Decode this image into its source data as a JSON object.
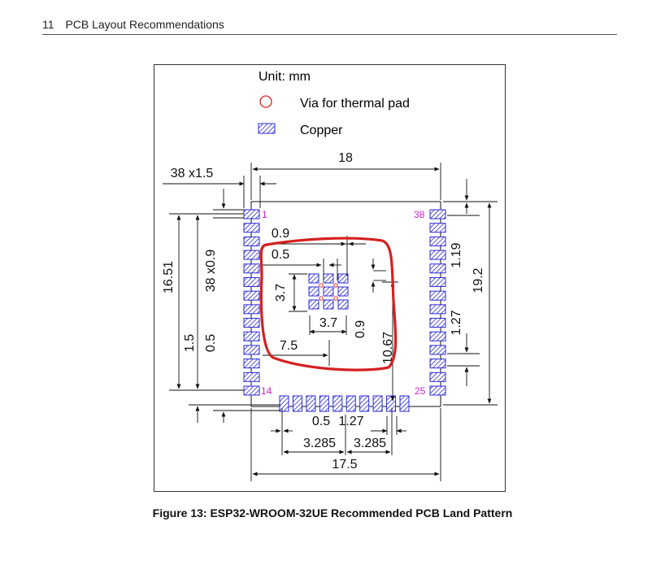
{
  "header": {
    "section_number": "11",
    "section_title": "PCB Layout Recommendations"
  },
  "legend": {
    "unit": "Unit: mm",
    "via_label": "Via for thermal pad",
    "copper_label": "Copper"
  },
  "dimensions": {
    "width_top": "18",
    "pad_size": "38 x1.5",
    "pin_pitch": "38 x0.9",
    "pad_gap_top": "0.9",
    "pad_edge_left": "0.5",
    "thermal_h": "3.7",
    "thermal_w": "3.7",
    "thermal_offset_x": "7.5",
    "thermal_offset_y": "0.9",
    "thermal_to_bottom": "10.67",
    "right_top": "1.19",
    "right_total": "19.2",
    "right_bottom": "1.27",
    "left_total": "16.51",
    "left_bottom_a": "1.5",
    "left_bottom_b": "0.5",
    "bottom_gap": "0.5",
    "bottom_pitch": "1.27",
    "bottom_left": "3.285",
    "bottom_right": "3.285",
    "bottom_total": "17.5"
  },
  "pin_labels": {
    "pin1": "1",
    "pin14": "14",
    "pin25": "25",
    "pin38": "38"
  },
  "caption": "Figure 13: ESP32-WROOM-32UE Recommended PCB Land Pattern",
  "colors": {
    "copper_fill": "#2a2ad8",
    "pin_label": "#cc22cc",
    "via": "#dd2222",
    "annotation": "#d42020"
  }
}
